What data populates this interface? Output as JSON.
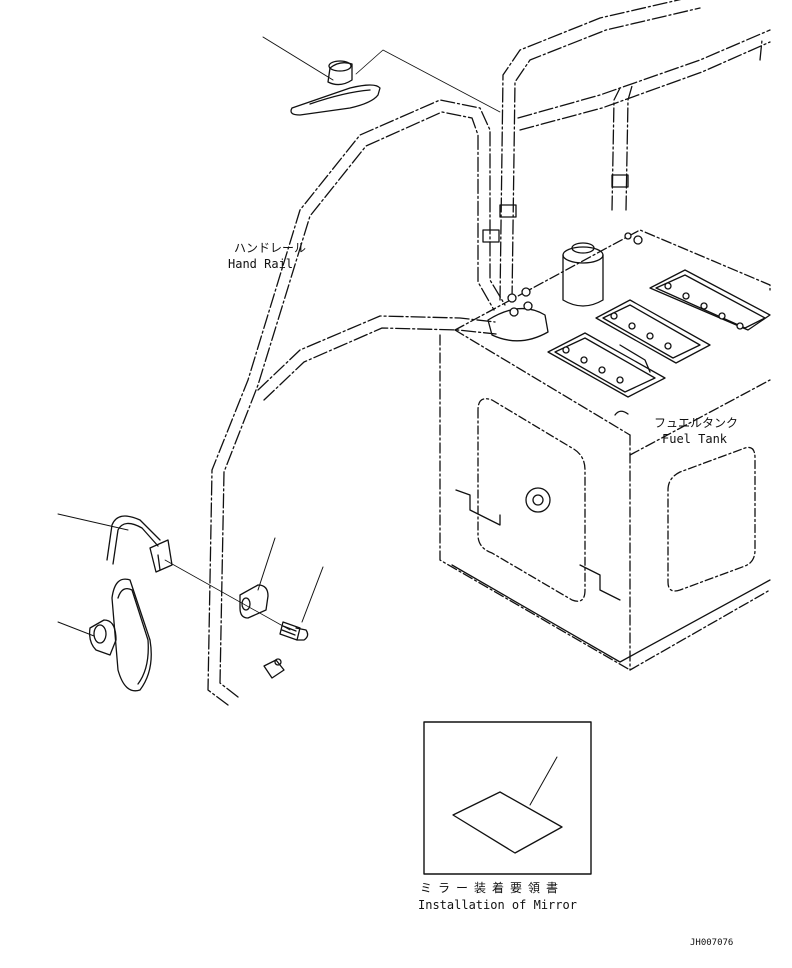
{
  "labels": {
    "hand_rail_jp": "ハンドレール",
    "hand_rail_en": "Hand Rail",
    "fuel_tank_jp": "フュエルタンク",
    "fuel_tank_en": "Fuel Tank",
    "manual_jp": "ミラー装着要領書",
    "manual_en": "Installation of Mirror",
    "drawing_id": "JH007076"
  }
}
